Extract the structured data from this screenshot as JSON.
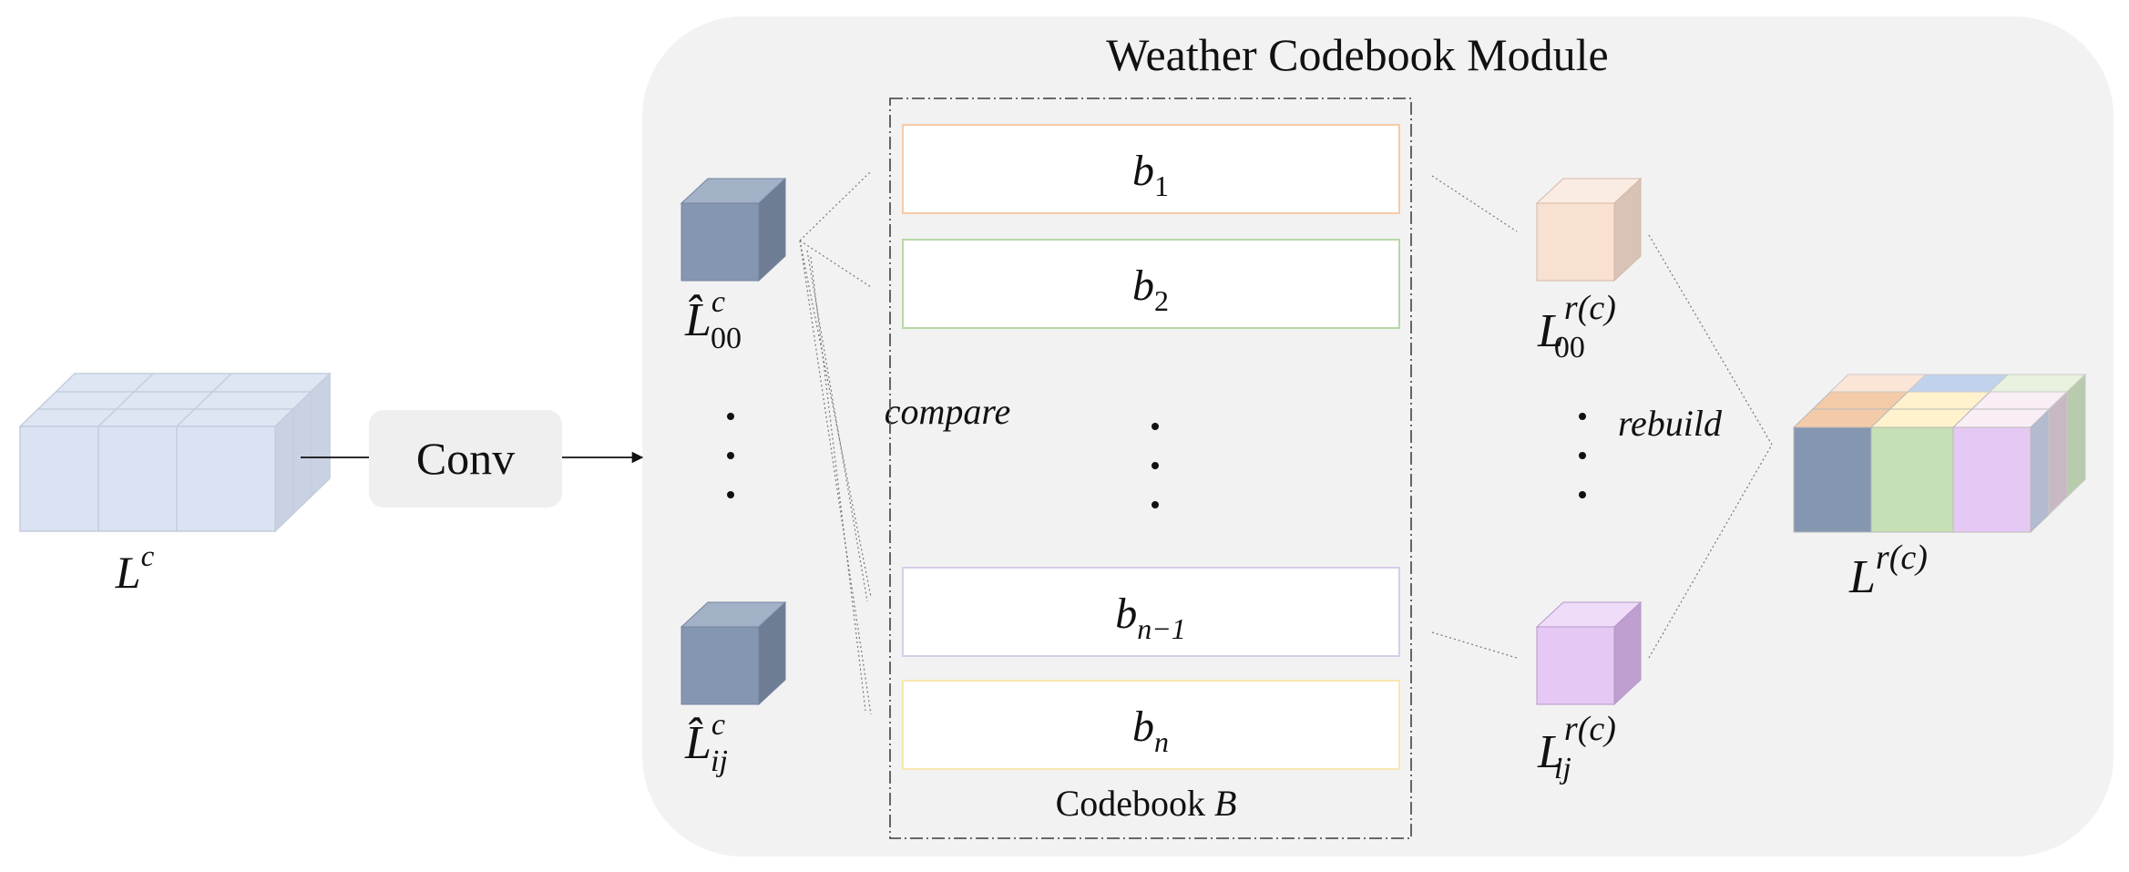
{
  "module_title": "Weather Codebook Module",
  "input": {
    "symbol": "L",
    "sup": "c"
  },
  "conv": {
    "label": "Conv"
  },
  "compare_label": "compare",
  "rebuild_label": "rebuild",
  "latent_top": {
    "symbol": "L̂",
    "sup": "c",
    "sub": "00"
  },
  "latent_bottom": {
    "symbol": "L̂",
    "sup": "c",
    "sub": "ij"
  },
  "codebook": {
    "caption_prefix": "Codebook ",
    "caption_symbol": "B",
    "entries": [
      {
        "base": "b",
        "sub": "1",
        "border": "#f6cba8"
      },
      {
        "base": "b",
        "sub": "2",
        "border": "#b7d8a6"
      },
      {
        "base": "b",
        "sub": "n−1",
        "border": "#d8cde8"
      },
      {
        "base": "b",
        "sub": "n",
        "border": "#f7e7b0"
      }
    ]
  },
  "rebuilt_top": {
    "symbol": "L",
    "sup": "r(c)",
    "sub": "00"
  },
  "rebuilt_bottom": {
    "symbol": "L",
    "sup": "r(c)",
    "sub": "ij"
  },
  "output": {
    "symbol": "L",
    "sup": "r(c)"
  },
  "colors": {
    "module_bg": "#f2f2f2",
    "conv_bg": "#efefef",
    "latent_cube": "#8496b0",
    "input_cube": "#dae3f3",
    "peach": "#f8e1d1",
    "lavender": "#e5c9f4",
    "green": "#c5e0b4",
    "yellow": "#fff2cc",
    "orange": "#f4cba8",
    "light_blue": "#c1d3ec",
    "pink": "#f9eef6"
  }
}
